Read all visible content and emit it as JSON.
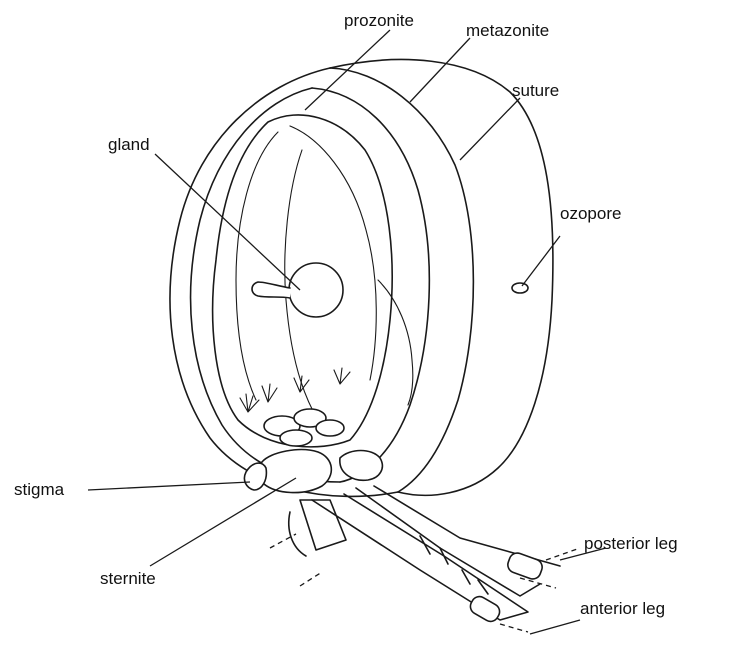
{
  "labels": {
    "prozonite": "prozonite",
    "metazonite": "metazonite",
    "suture": "suture",
    "gland": "gland",
    "ozopore": "ozopore",
    "stigma": "stigma",
    "sternite": "sternite",
    "posterior_leg": "posterior leg",
    "anterior_leg": "anterior leg"
  }
}
